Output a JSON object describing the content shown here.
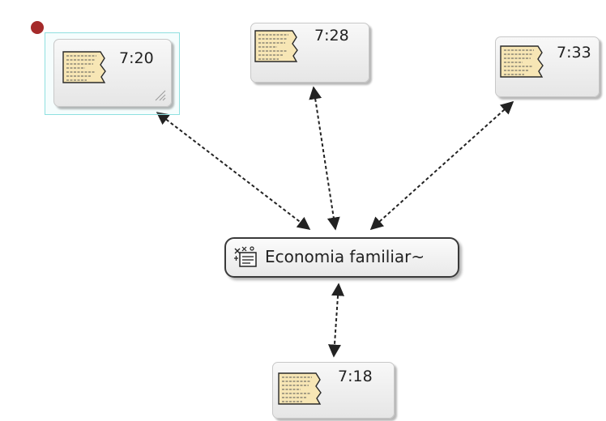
{
  "diagram": {
    "code": {
      "label": "Economia familiar~",
      "icon": "code-family-icon"
    },
    "quotations": [
      {
        "id": "q720",
        "label": "7:20",
        "icon": "text-document-icon",
        "selected": true
      },
      {
        "id": "q728",
        "label": "7:28",
        "icon": "text-document-icon",
        "selected": false
      },
      {
        "id": "q733",
        "label": "7:33",
        "icon": "text-document-icon",
        "selected": false
      },
      {
        "id": "q718",
        "label": "7:18",
        "icon": "text-document-icon",
        "selected": false
      }
    ],
    "links": [
      {
        "from": "q720",
        "to": "code",
        "style": "dashed",
        "arrows": "both"
      },
      {
        "from": "q728",
        "to": "code",
        "style": "dashed",
        "arrows": "both"
      },
      {
        "from": "q733",
        "to": "code",
        "style": "dashed",
        "arrows": "both"
      },
      {
        "from": "code",
        "to": "q718",
        "style": "dashed",
        "arrows": "both"
      }
    ],
    "colors": {
      "edge": "#222222",
      "selection_border": "#8fe0e0",
      "selection_marker": "#a52a2a",
      "doc_fill": "#f7e6b5",
      "doc_stroke": "#2a2a2a"
    }
  }
}
